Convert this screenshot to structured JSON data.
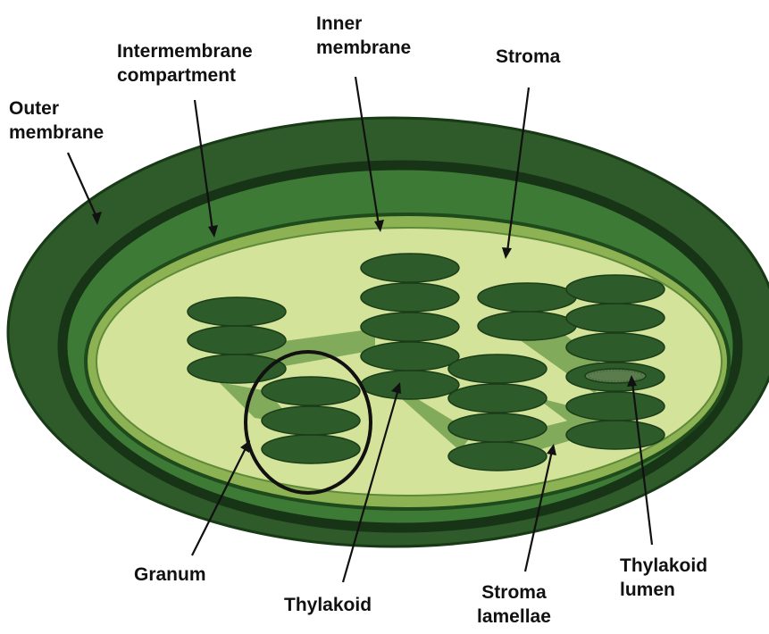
{
  "colors": {
    "outer_membrane": "#2f5a2a",
    "outer_membrane_dark": "#183a17",
    "intermembrane_ring": "#173516",
    "intermembrane_fill": "#3d7a35",
    "inner_membrane_fill": "#8db254",
    "stroma": "#d4e39a",
    "thylakoid": "#2d5b2a",
    "thylakoid_stroke": "#1b3d19",
    "stroma_lamellae": "#7da858",
    "lumen": "#4e7046",
    "label_text": "#111111",
    "pointer": "#111111"
  },
  "labels": {
    "outer_membrane": [
      "Outer",
      "membrane"
    ],
    "intermembrane": [
      "Intermembrane",
      "compartment"
    ],
    "inner_membrane": [
      "Inner",
      "membrane"
    ],
    "stroma": [
      "Stroma"
    ],
    "granum": [
      "Granum"
    ],
    "thylakoid": [
      "Thylakoid"
    ],
    "stroma_lamellae": [
      "Stroma",
      "lamellae"
    ],
    "thylakoid_lumen": [
      "Thylakoid",
      "lumen"
    ]
  }
}
